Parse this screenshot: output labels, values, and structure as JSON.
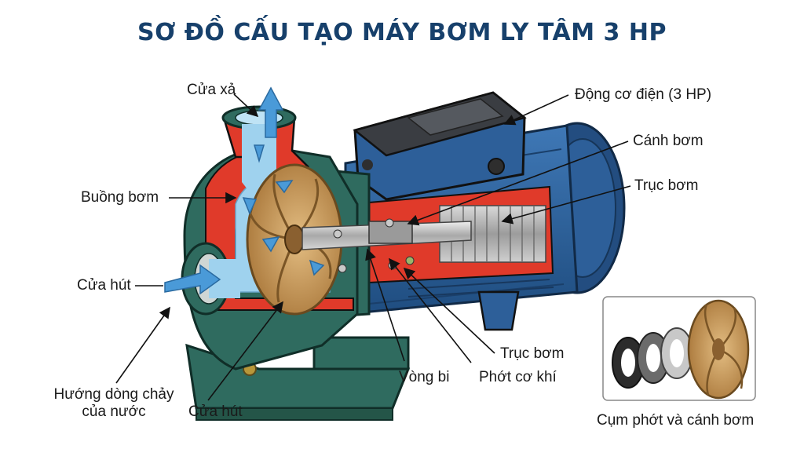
{
  "title": "SƠ ĐỒ CẤU TẠO MÁY BƠM LY TÂM 3 HP",
  "labels": {
    "discharge": "Cửa xả",
    "pump_housing": "Buồng bơm",
    "suction_left": "Cửa hút",
    "flow_direction_line1": "Hướng dòng chảy",
    "flow_direction_line2": "của nước",
    "suction_bottom": "Cửa hút",
    "bearing": "Vòng bi",
    "mechanical_seal": "Phớt cơ khí",
    "shaft_bottom": "Trục bơm",
    "motor": "Động cơ điện (3 HP)",
    "impeller": "Cánh bơm",
    "shaft_right": "Trục bơm",
    "inset_caption": "Cụm phớt và cánh bơm"
  },
  "colors": {
    "title": "#17406b",
    "pump_body": "#2f6b5f",
    "motor_body": "#2d5f99",
    "cutaway": "#e03a2a",
    "water": "#9fd2ee",
    "impeller": "#c99a5b",
    "flow_arrow": "#4a9ad8"
  }
}
